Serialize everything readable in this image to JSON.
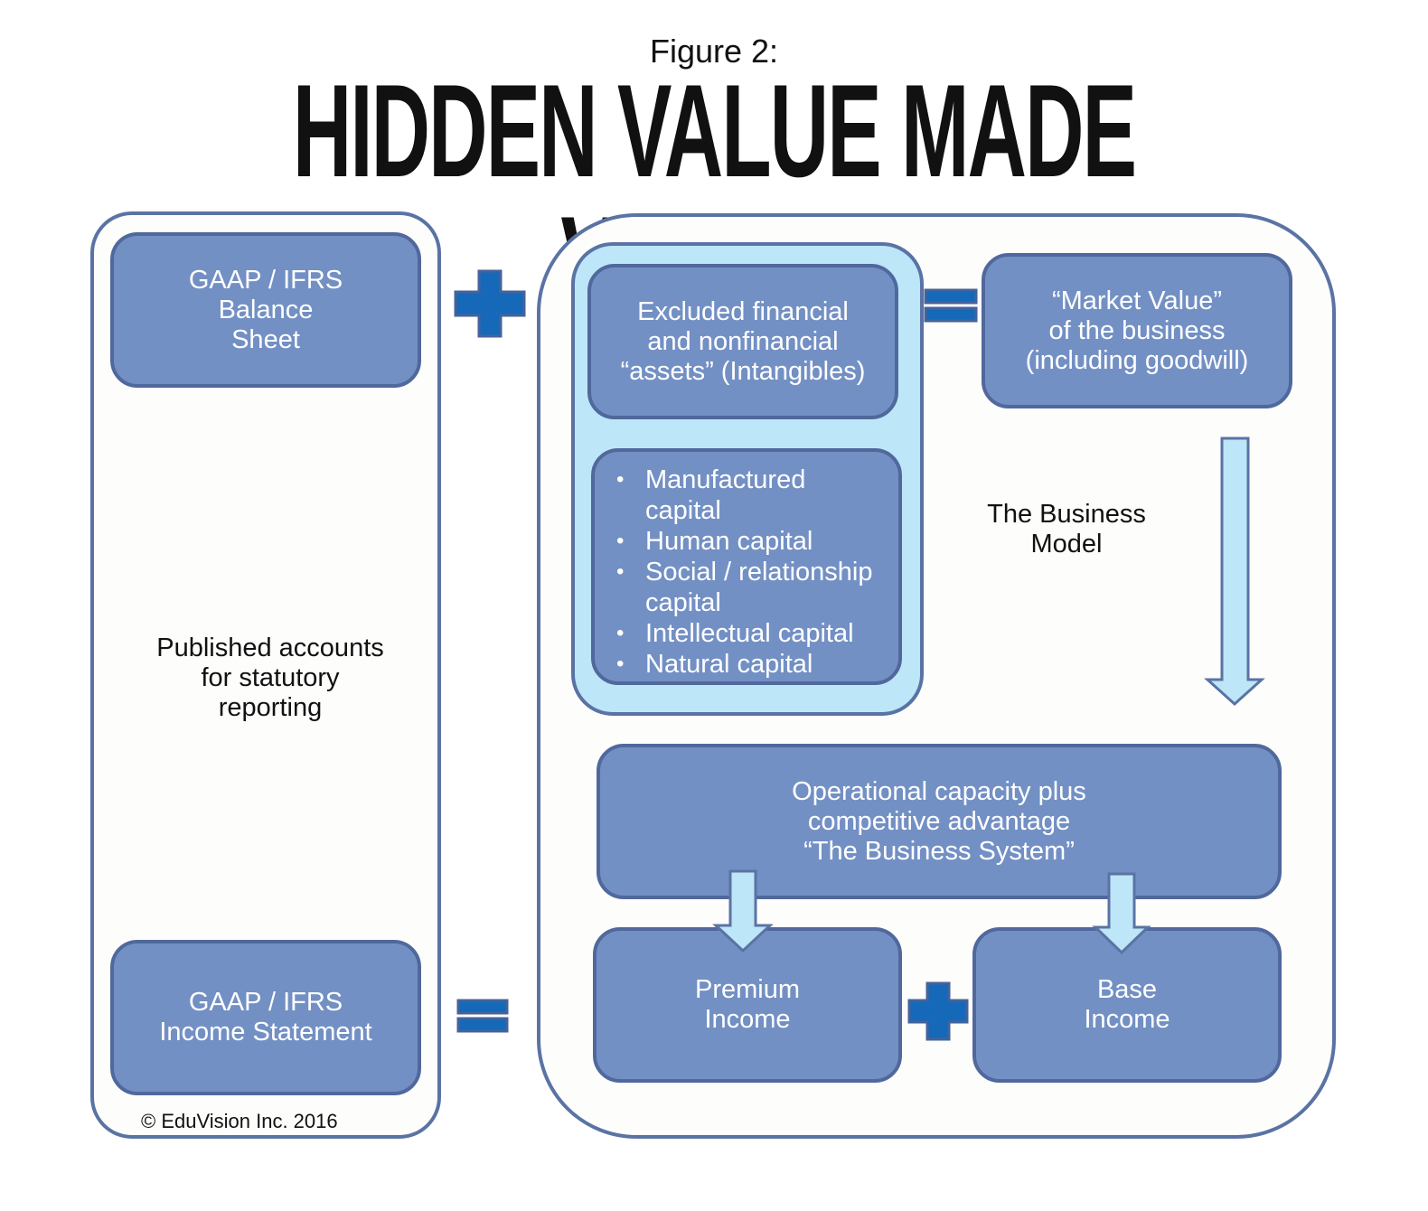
{
  "header": {
    "figure_label": "Figure 2:",
    "title": "HIDDEN VALUE MADE VISIBLE"
  },
  "left_panel": {
    "balance_sheet": "GAAP / IFRS\nBalance\nSheet",
    "center_text": "Published accounts\nfor statutory\nreporting",
    "income_statement": "GAAP / IFRS\nIncome Statement",
    "copyright": "© EduVision Inc. 2016"
  },
  "right_panel": {
    "excluded_assets": "Excluded financial\nand nonfinancial\n“assets” (Intangibles)",
    "capitals": [
      "Manufactured\ncapital",
      "Human capital",
      "Social / relationship\ncapital",
      "Intellectual capital",
      "Natural capital"
    ],
    "market_value": "“Market Value”\nof the business\n(including goodwill)",
    "business_model": "The Business\nModel",
    "business_system": "Operational capacity plus\ncompetitive advantage\n“The Business System”",
    "premium_income": "Premium\nIncome",
    "base_income": "Base\nIncome"
  },
  "colors": {
    "box_fill": "#7390c4",
    "box_border": "#50689c",
    "cluster_fill": "#bde6f8",
    "operator_blue": "#1569b8",
    "arrow_fill": "#bde6f8"
  }
}
